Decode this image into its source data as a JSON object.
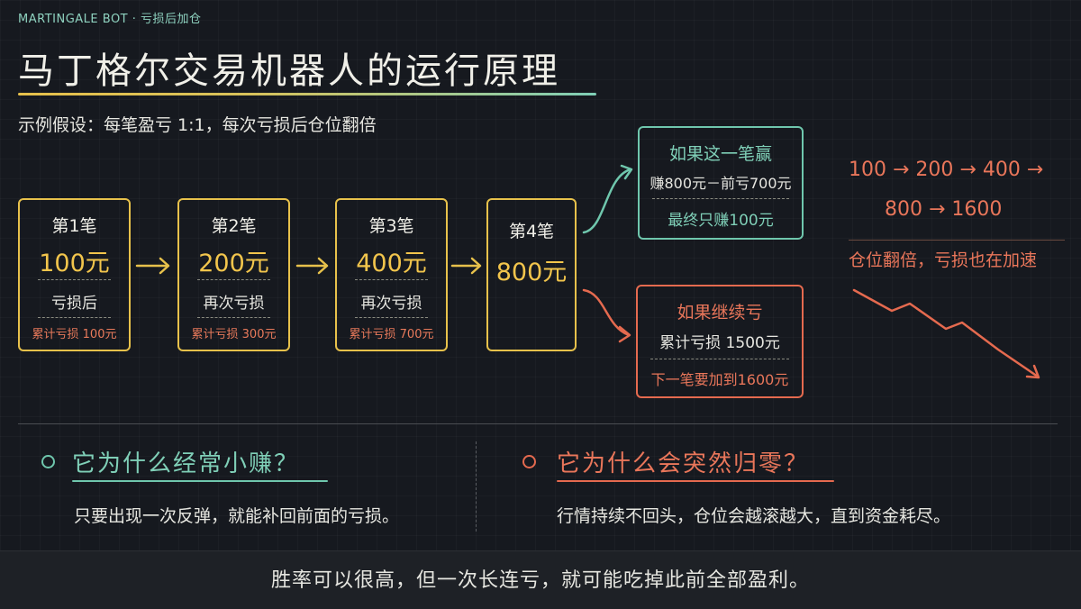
{
  "header": {
    "tag": "MARTINGALE BOT · 亏损后加仓",
    "title": "马丁格尔交易机器人的运行原理",
    "subtitle": "示例假设：每笔盈亏 1:1，每次亏损后仓位翻倍"
  },
  "trades": [
    {
      "label": "第1笔",
      "amount": "100元",
      "status": "亏损后",
      "cumulative": "累计亏损 100元"
    },
    {
      "label": "第2笔",
      "amount": "200元",
      "status": "再次亏损",
      "cumulative": "累计亏损 300元"
    },
    {
      "label": "第3笔",
      "amount": "400元",
      "status": "再次亏损",
      "cumulative": "累计亏损 700元"
    },
    {
      "label": "第4笔",
      "amount": "800元"
    }
  ],
  "win_branch": {
    "title": "如果这一笔赢",
    "detail": "赚800元－前亏700元",
    "result": "最终只赚100元"
  },
  "loss_branch": {
    "title": "如果继续亏",
    "detail": "累计亏损 1500元",
    "result": "下一笔要加到1600元"
  },
  "sequence": {
    "line1": "100 → 200 → 400 →",
    "line2": "800 → 1600",
    "note": "仓位翻倍，亏损也在加速"
  },
  "why_small_wins": {
    "title": "它为什么经常小赚？",
    "desc": "只要出现一次反弹，就能补回前面的亏损。"
  },
  "why_zero": {
    "title": "它为什么会突然归零？",
    "desc": "行情持续不回头，仓位会越滚越大，直到资金耗尽。"
  },
  "summary": "胜率可以很高，但一次长连亏，就可能吃掉此前全部盈利。",
  "colors": {
    "accent_yellow": "#e7c14b",
    "accent_teal": "#6fc7ad",
    "accent_red": "#e56a4f",
    "background": "#16191f"
  }
}
